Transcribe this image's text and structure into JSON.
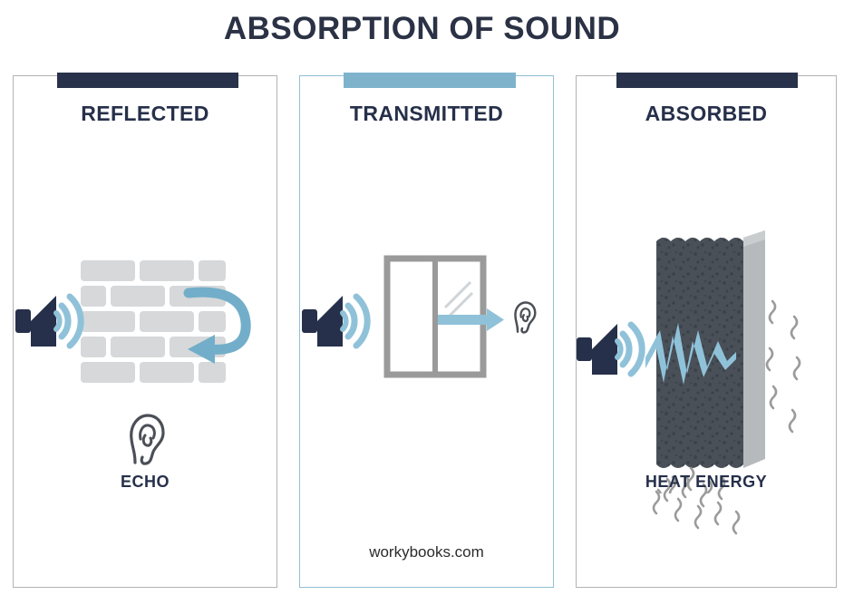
{
  "page": {
    "title": "ABSORPTION OF SOUND",
    "background_color": "#ffffff",
    "title_color": "#2b3245"
  },
  "colors": {
    "navy": "#28324a",
    "light_blue": "#7fb3cc",
    "wave_blue": "#8fc2d9",
    "brick_gray": "#d6d8da",
    "foam_dark": "#4a5058",
    "foam_edge": "#b6babd",
    "outline_gray": "#9a9a9a",
    "card_border_gray": "#b3b3b3",
    "card_border_blue": "#8fc0d4"
  },
  "cards": [
    {
      "id": "reflected",
      "label": "REFLECTED",
      "accent": "navy",
      "border": "gray",
      "icons": [
        "speaker-icon",
        "brick-wall-icon",
        "reflect-arrow-icon",
        "ear-icon"
      ],
      "sub_label": "ECHO"
    },
    {
      "id": "transmitted",
      "label": "TRANSMITTED",
      "accent": "light_blue",
      "border": "blue",
      "icons": [
        "speaker-icon",
        "window-icon",
        "transmit-arrow-icon",
        "ear-icon"
      ],
      "sub_label": "",
      "watermark": "workybooks.com"
    },
    {
      "id": "absorbed",
      "label": "ABSORBED",
      "accent": "navy",
      "border": "gray",
      "icons": [
        "speaker-icon",
        "acoustic-foam-icon",
        "zigzag-wave-icon",
        "heat-squiggle-icon"
      ],
      "sub_label": "HEAT ENERGY"
    }
  ]
}
